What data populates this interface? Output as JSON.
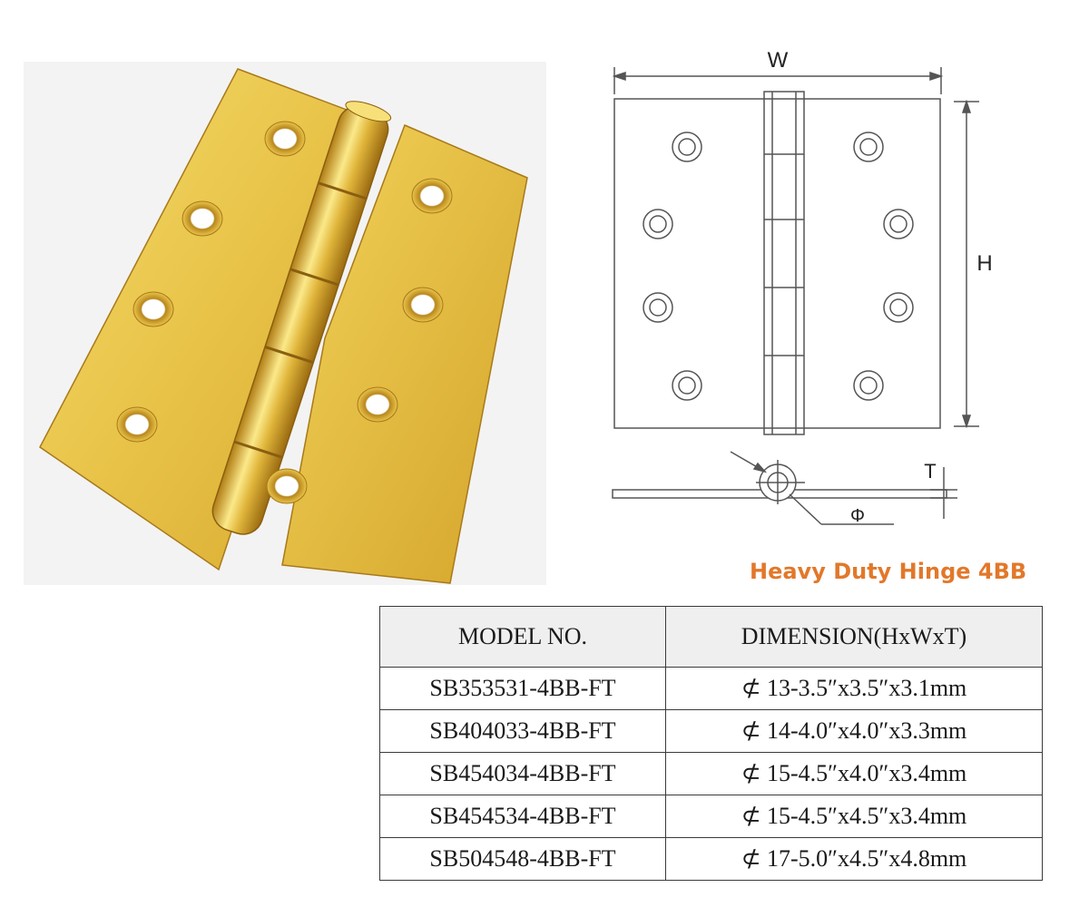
{
  "title": "Heavy Duty Hinge 4BB",
  "diagram_labels": {
    "w": "W",
    "h": "H",
    "t": "T",
    "phi": "Φ"
  },
  "table": {
    "headers": [
      "MODEL NO.",
      "DIMENSION(HxWxT)"
    ],
    "rows": [
      {
        "model": "SB353531-4BB-FT",
        "dimension": "⊄ 13-3.5″x3.5″x3.1mm"
      },
      {
        "model": "SB404033-4BB-FT",
        "dimension": "⊄ 14-4.0″x4.0″x3.3mm"
      },
      {
        "model": "SB454034-4BB-FT",
        "dimension": "⊄ 15-4.5″x4.0″x3.4mm"
      },
      {
        "model": "SB454534-4BB-FT",
        "dimension": "⊄ 15-4.5″x4.5″x3.4mm"
      },
      {
        "model": "SB504548-4BB-FT",
        "dimension": "⊄ 17-5.0″x4.5″x4.8mm"
      }
    ]
  },
  "colors": {
    "title": "#e2782a",
    "brass": "#e8c44a",
    "brass_dark": "#b8861c",
    "header_bg": "#efefef"
  }
}
